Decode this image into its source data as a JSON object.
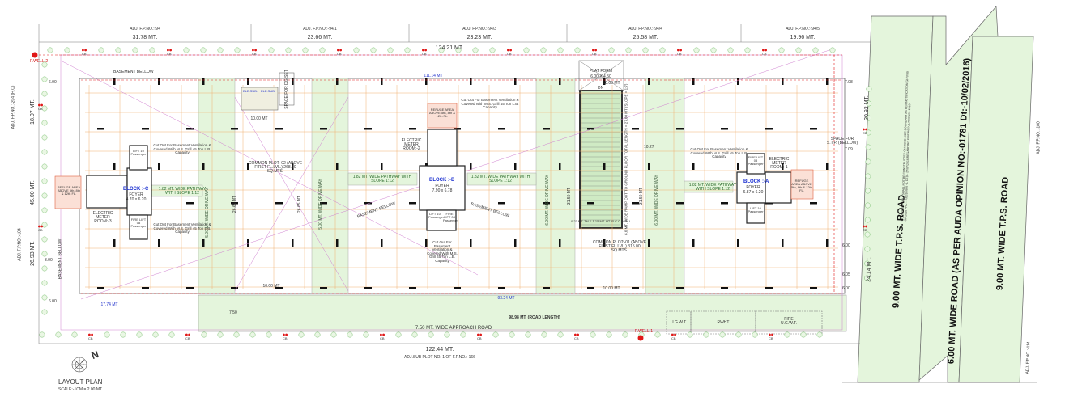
{
  "adjacent_plots_top": [
    {
      "label": "ADJ. F.P.NO.:-94",
      "width": "31.78 MT."
    },
    {
      "label": "ADJ. F.P.NO.:-94/1",
      "width": "23.66 MT."
    },
    {
      "label": "ADJ. F.P.NO.:-94/3",
      "width": "23.23 MT."
    },
    {
      "label": "ADJ. F.P.NO.:-94/4",
      "width": "25.58 MT."
    },
    {
      "label": "ADJ. F.P.NO.:-94/5",
      "width": "19.96 MT."
    }
  ],
  "dimensions": {
    "top_total": "124.21 MT.",
    "bottom_total": "122.44 MT.",
    "inner_top": "111.14 MT",
    "inner_bottom": "93.24 MT",
    "bottom_left": "17.74 MT",
    "left_upper": "18.07 MT.",
    "left_mid": "45.00 MT.",
    "left_lower": "26.93 MT.",
    "right_upper": "20.93 MT.",
    "right_lower": "24.14 MT.",
    "road_length": "98.98 MT. (ROAD LENGTH)",
    "setback_600": "6.00",
    "setback_300": "3.00",
    "r708": "7.08",
    "r709": "7.09",
    "r605": "6.05",
    "v750": "7.50",
    "v1027": "10.27",
    "ramp_top": "10.00 MT",
    "bottom_10a": "10.00 MT",
    "bottom_10b": "10.00 MT",
    "top_10": "10.00 MT",
    "d2665a": "26.65 MT",
    "d2665b": "26.65 MT",
    "d3150a": "31.50 MT",
    "d3150b": "31.50 MT"
  },
  "left_labels": {
    "adj_upper": "ADJ. F.P.NO.:-204 (H.C)",
    "adj_lower": "ADJ. F.P.NO.:-184",
    "basement": "BASEMENT BELLOW"
  },
  "right_labels": {
    "adj_upper": "ADJ. F.P.NO.:-100",
    "adj_lower": "ADJ. F.P.NO.:-114",
    "stp": "SPACE FOR S.T.P. (BELLOW)",
    "compound_note": "COMPOUND WALL SHALL NOT BE CONSTRUCTED ON ROAD SIDE BOUNDARY AS PER NOTIFICATION GH/V/80 OF 2016 PRC - 102016/666 - L DTD - 27/07/2016 REGARDING FIRE REGULATIONS - 2016"
  },
  "roads": {
    "tps_road_1": "9.00 MT. WIDE T.P.S. ROAD",
    "auda_road": "6.00 MT. WIDE  ROAD (AS PER AUDA OPINION NO:-01781 Dt:-10/02/2016)",
    "tps_road_2": "9.00 MT. WIDE T.P.S. ROAD",
    "approach": "7.50 MT. WIDE APPROACH ROAD",
    "bottom_adj": "ADJ.SUB PLOT NO. 1 OF F.P.NO.:-166"
  },
  "top_labels": {
    "basement": "BASEMENT BELLOW",
    "pwell2": "P.WELL-2",
    "pwell1": "P.WELL-1",
    "dg_set": "SPACE FOR DG SET",
    "elec_sub": "ELE.SUB.",
    "platform": "PLAT FORM",
    "platform_size": "6.00 X 4.50",
    "dn": "DN"
  },
  "blocks": [
    {
      "name": "BLOCK :-C",
      "foyer": "FOYER",
      "size": "4.70 x 6.20",
      "meter": "ELECTRIC METER ROOM:-3",
      "pathway": "1.82 MT. WIDE PATHWAY WITH SLOPE 1:12"
    },
    {
      "name": "BLOCK :-B",
      "foyer": "FOYER",
      "size": "7.90 x 6.78",
      "meter": "ELECTRIC METER ROOM:-2",
      "pathway": "1.82 MT. WIDE PATHWAY WITH SLOPE 1:12"
    },
    {
      "name": "BLOCK :-A",
      "foyer": "FOYER",
      "size": "6.87 x 6.20",
      "meter": "ELECTRIC METER ROOM:-1",
      "pathway": "1.82 MT. WIDE PATHWAY WITH SLOPE 1:12"
    }
  ],
  "notes": {
    "cutout": "Cut Out For Basement Ventilation & Covered With M.S. Grill 45 Ton L.B. Capacity",
    "refuge": "REFUGE AREA ABOVE 5th, 8th & 12th FL.",
    "lift": "LIFT 10 Passenger",
    "fire_lift": "FIRE LIFT 08 Passenger",
    "common_plot_2": "COMMON PLOT:-02 (ABOVE FIRST FL.LVL.) 268.50 SQ.MTS.",
    "common_plot_1": "COMMON PLOT:-01 (ABOVE FIRST FL.LVL.) 315.00 SQ.MTS.",
    "drive_way_5": "5.00 MT. WIDE DRIVE WAY",
    "drive_way_6": "6.00 MT. WIDE DRIVE WAY",
    "ramp": "6.0 MT. WIDE RAMP OUT TO GROUND FLOOR TOTAL LENGTH = 27.60 MT  (SLOPE = 1:7)",
    "rcc_wall": "0.23 MT. TH.& 1.15 MT. HT. R.C.C. WALL",
    "basement_bellow": "BASEMENT BELLOW",
    "ugwt": "U.G.W.T.",
    "rwht": "RWHT",
    "fire_ugwt": "FIRE U.G.W.T.",
    "cb": "CB"
  },
  "title": {
    "heading": "LAYOUT PLAN",
    "scale": "SCALE:-1CM = 2.00 MT.",
    "north": "N"
  },
  "colors": {
    "green": "#e4f5dc",
    "line": "#555555",
    "red": "#e01818",
    "blue": "#2233cc",
    "grid": "#f0b070",
    "pink": "#d080d0"
  }
}
